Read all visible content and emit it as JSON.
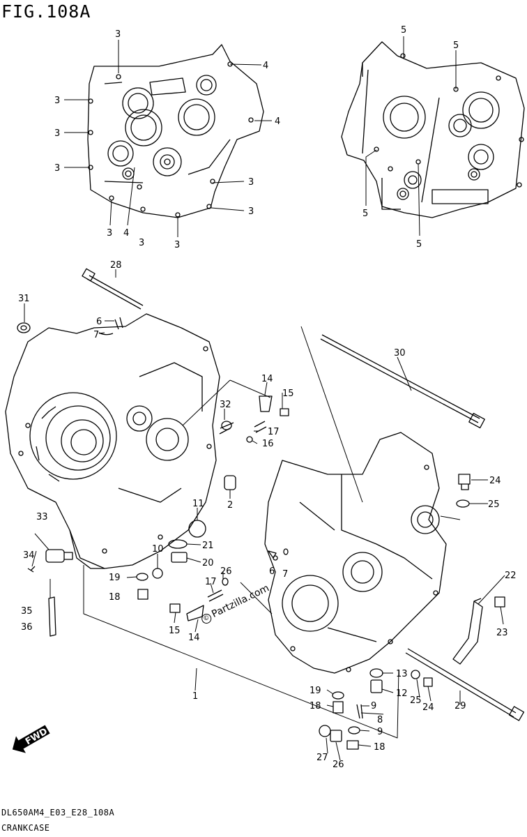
{
  "figure": {
    "title": "FIG.108A"
  },
  "footer": {
    "code": "DL650AM4_E03_E28_108A",
    "name": "CRANKCASE"
  },
  "watermark": {
    "text": "Partzilla.com",
    "mark": "©"
  },
  "direction_tag": "FWD",
  "callouts": [
    "1",
    "2",
    "3",
    "4",
    "5",
    "6",
    "7",
    "8",
    "9",
    "10",
    "11",
    "12",
    "13",
    "14",
    "15",
    "16",
    "17",
    "18",
    "19",
    "20",
    "21",
    "22",
    "23",
    "24",
    "25",
    "26",
    "27",
    "28",
    "29",
    "30",
    "31",
    "32",
    "33",
    "34",
    "35",
    "36"
  ]
}
